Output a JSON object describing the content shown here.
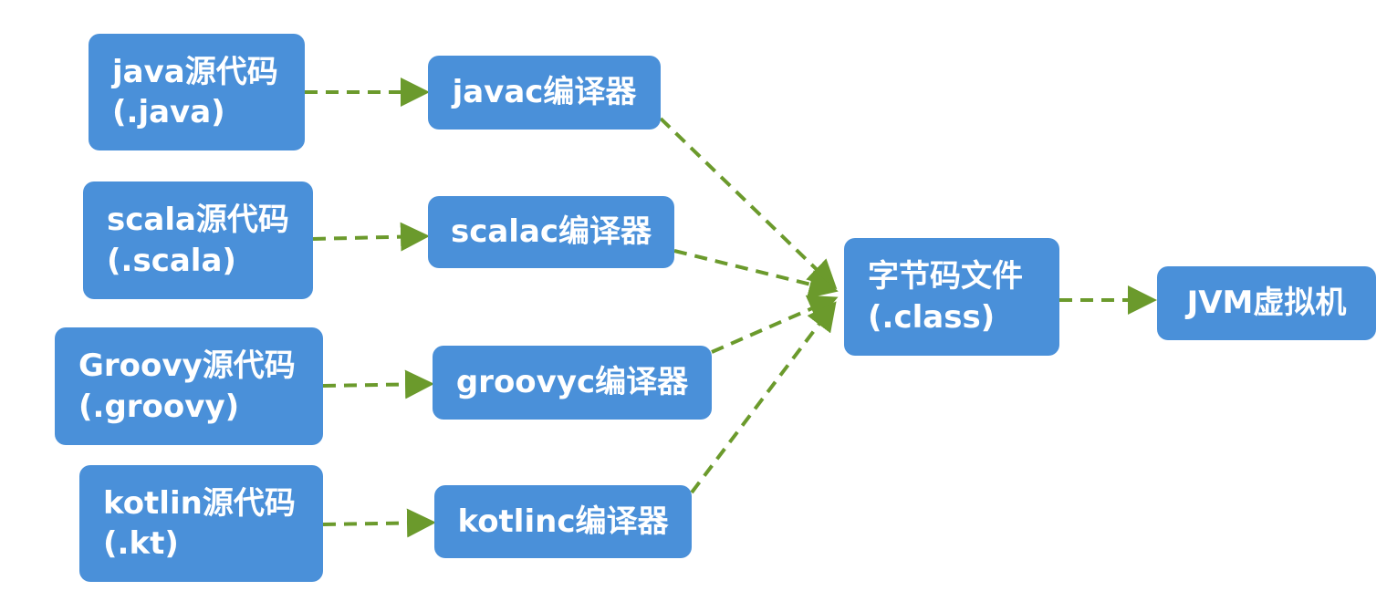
{
  "colors": {
    "node_fill": "#4a90d9",
    "node_text": "#ffffff",
    "edge": "#6b9a2c"
  },
  "sources": [
    {
      "line1": "java源代码",
      "line2": "(.java)"
    },
    {
      "line1": "scala源代码",
      "line2": "(.scala)"
    },
    {
      "line1": "Groovy源代码",
      "line2": "(.groovy)"
    },
    {
      "line1": "kotlin源代码",
      "line2": "(.kt)"
    }
  ],
  "compilers": [
    {
      "label": "javac编译器"
    },
    {
      "label": "scalac编译器"
    },
    {
      "label": "groovyc编译器"
    },
    {
      "label": "kotlinc编译器"
    }
  ],
  "bytecode": {
    "line1": "字节码文件",
    "line2": "(.class)"
  },
  "jvm": {
    "label": "JVM虚拟机"
  }
}
